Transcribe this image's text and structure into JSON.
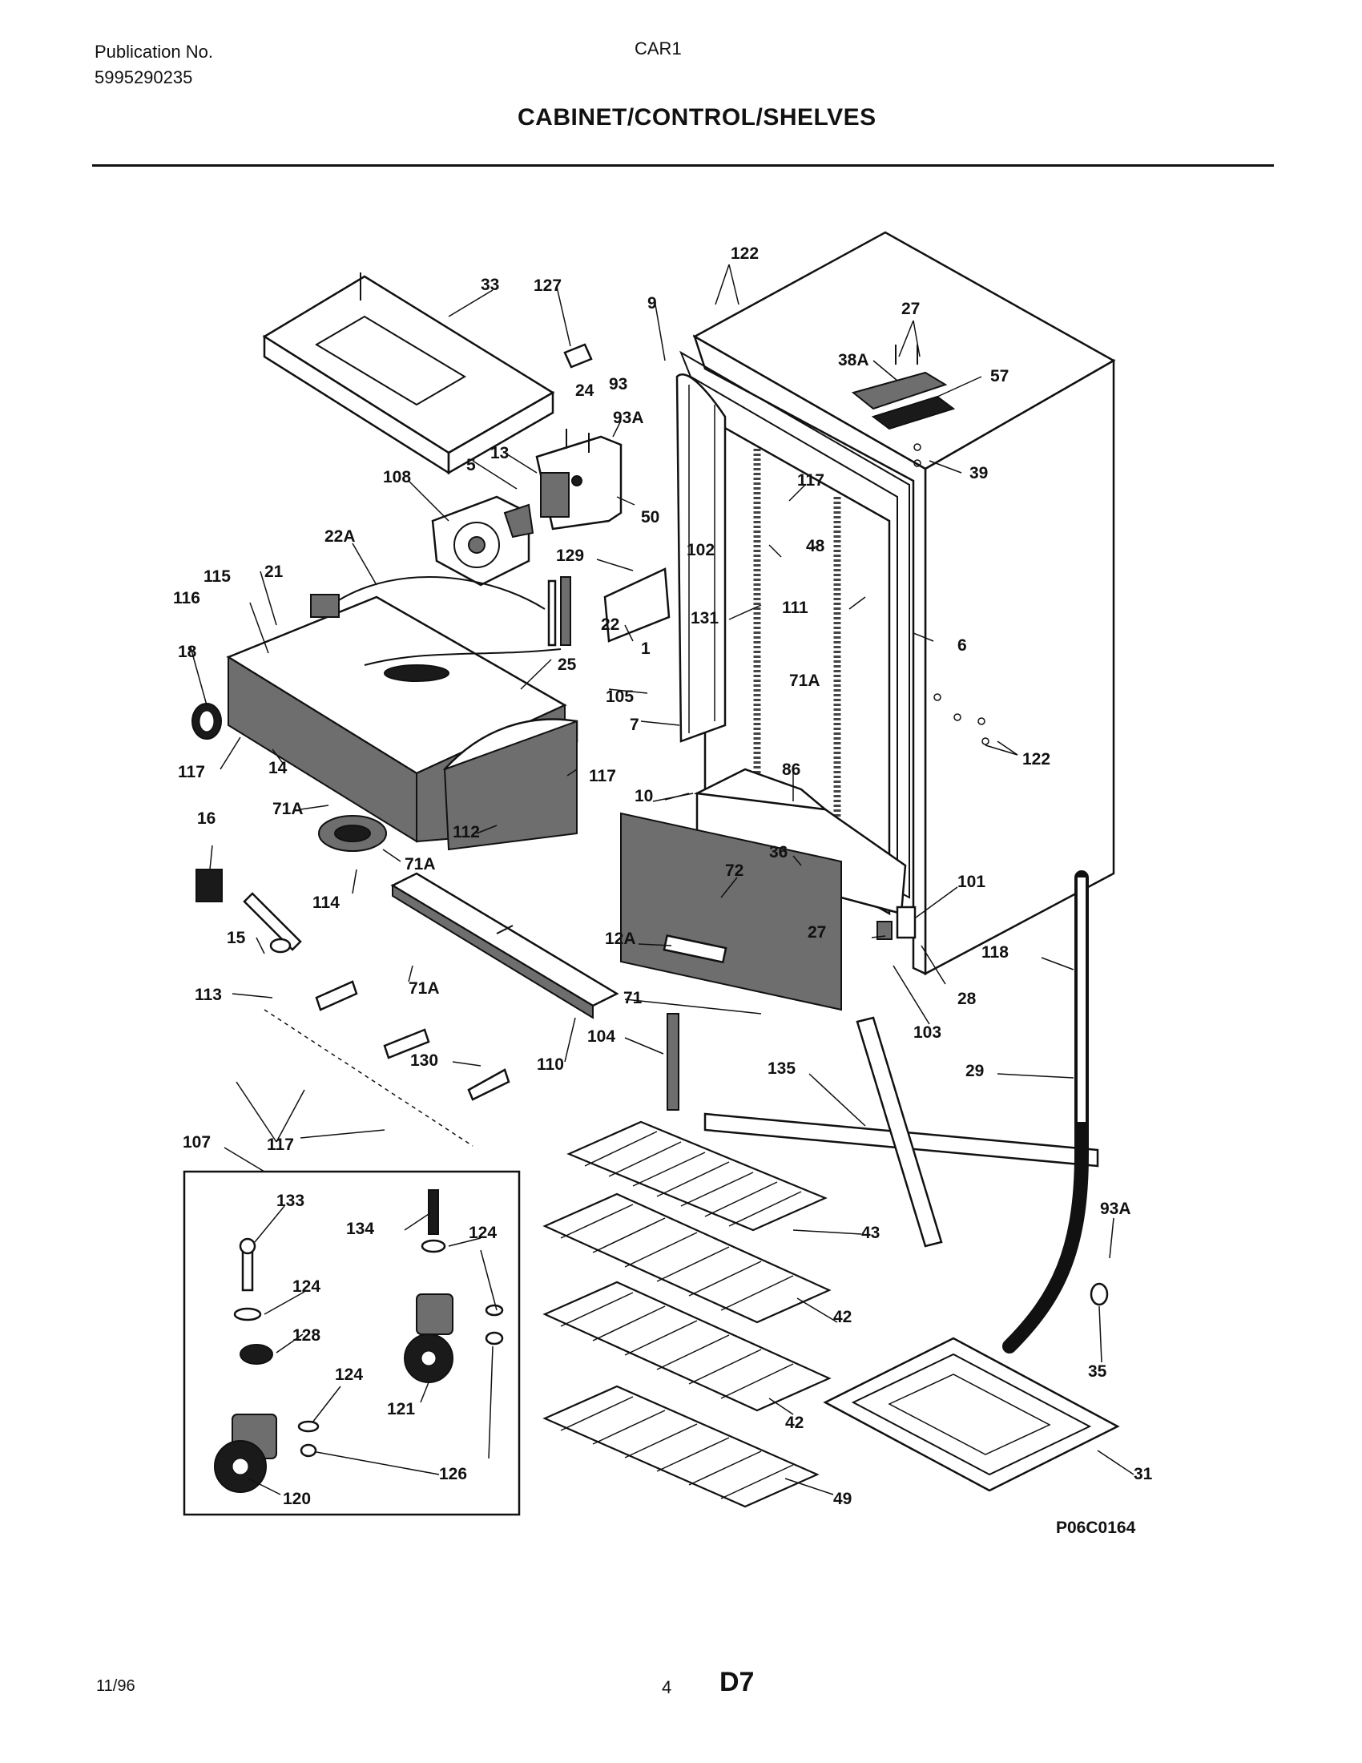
{
  "header": {
    "publication_label": "Publication No.",
    "publication_number": "5995290235",
    "model": "CAR1",
    "title": "CABINET/CONTROL/SHELVES"
  },
  "footer": {
    "date": "11/96",
    "page": "4",
    "section": "D7"
  },
  "diagram": {
    "drawing_id": "P06C0164",
    "callouts": {
      "c122a": "122",
      "c33": "33",
      "c127": "127",
      "c9": "9",
      "c27a": "27",
      "c38a": "38A",
      "c57": "57",
      "c24": "24",
      "c93": "93",
      "c93a_top": "93A",
      "c39": "39",
      "c13": "13",
      "c5": "5",
      "c108": "108",
      "c50": "50",
      "c117a": "117",
      "c22a": "22A",
      "c129": "129",
      "c102": "102",
      "c48": "48",
      "c115": "115",
      "c21": "21",
      "c116": "116",
      "c131": "131",
      "c111": "111",
      "c6": "6",
      "c18": "18",
      "c22": "22",
      "c1": "1",
      "c25": "25",
      "c71a_a": "71A",
      "c105": "105",
      "c7": "7",
      "c122b": "122",
      "c117b": "117",
      "c14": "14",
      "c117c": "117",
      "c86": "86",
      "c10": "10",
      "c16": "16",
      "c71a_b": "71A",
      "c112": "112",
      "c71a_c": "71A",
      "c36": "36",
      "c72": "72",
      "c101": "101",
      "c114": "114",
      "c15": "15",
      "c12a": "12A",
      "c27b": "27",
      "c118": "118",
      "c113": "113",
      "c71a_d": "71A",
      "c71": "71",
      "c28": "28",
      "c103": "103",
      "c130": "130",
      "c104": "104",
      "c110": "110",
      "c135": "135",
      "c29": "29",
      "c107": "107",
      "c117d": "117",
      "c133": "133",
      "c134": "134",
      "c124a": "124",
      "c43": "43",
      "c93a_b": "93A",
      "c124b": "124",
      "c128": "128",
      "c42a": "42",
      "c124c": "124",
      "c121": "121",
      "c35": "35",
      "c42b": "42",
      "c126": "126",
      "c31": "31",
      "c120": "120",
      "c49": "49"
    }
  }
}
